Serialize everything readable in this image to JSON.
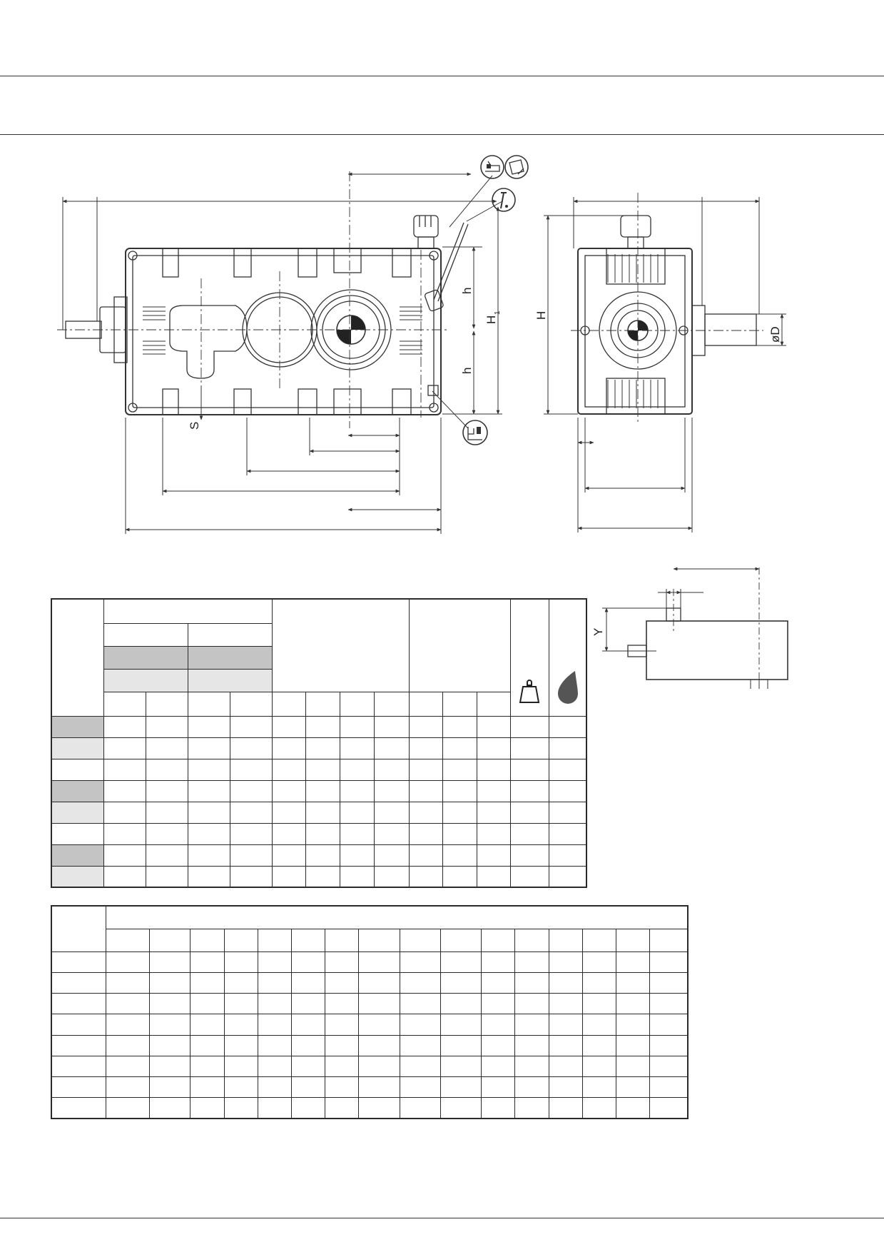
{
  "drawing": {
    "labels": {
      "h_upper": "h",
      "h_lower": "h",
      "h1": "H",
      "h1_sub": "1",
      "H": "H",
      "diameter": "øD",
      "s": "S",
      "y": "Y"
    },
    "icons": [
      "oil-fill-icon",
      "oil-level-icon",
      "breather-icon",
      "drain-plug-icon"
    ]
  },
  "table1": {
    "icons": [
      "weight-icon",
      "oil-drop-icon"
    ],
    "row_shades": [
      "dark",
      "light",
      "none",
      "dark",
      "light",
      "none",
      "dark",
      "light"
    ]
  },
  "table2": {
    "rows": 8,
    "columns": 16
  }
}
